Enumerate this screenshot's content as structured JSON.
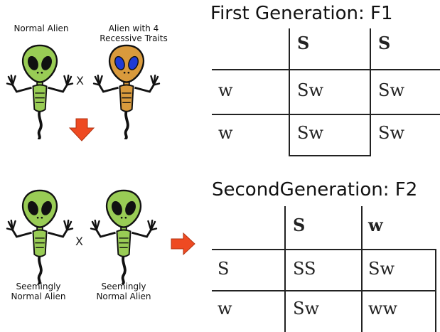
{
  "left": {
    "top": {
      "parent1_label": "Normal Alien",
      "parent2_label": "Alien with 4 Recessive Traits",
      "cross_symbol": "X",
      "parent1_color": "#99cc55",
      "parent2_color": "#d99a3c",
      "parent2_eye_color": "#1f3bd6"
    },
    "bottom": {
      "parent1_label": "Seemingly Normal Alien",
      "parent2_label": "Seemingly Normal Alien",
      "cross_symbol": "X",
      "alien_color": "#99cc55"
    },
    "arrow_color": "#ee4a22"
  },
  "f1": {
    "title": "First Generation: F1",
    "col_headers": [
      "",
      "S",
      "S"
    ],
    "rows": [
      [
        "w",
        "Sw",
        "Sw"
      ],
      [
        "w",
        "Sw",
        "Sw"
      ]
    ]
  },
  "f2": {
    "title": "SecondGeneration: F2",
    "col_headers": [
      "",
      "S",
      "w"
    ],
    "rows": [
      [
        "S",
        "SS",
        "Sw"
      ],
      [
        "w",
        "Sw",
        "ww"
      ]
    ]
  }
}
